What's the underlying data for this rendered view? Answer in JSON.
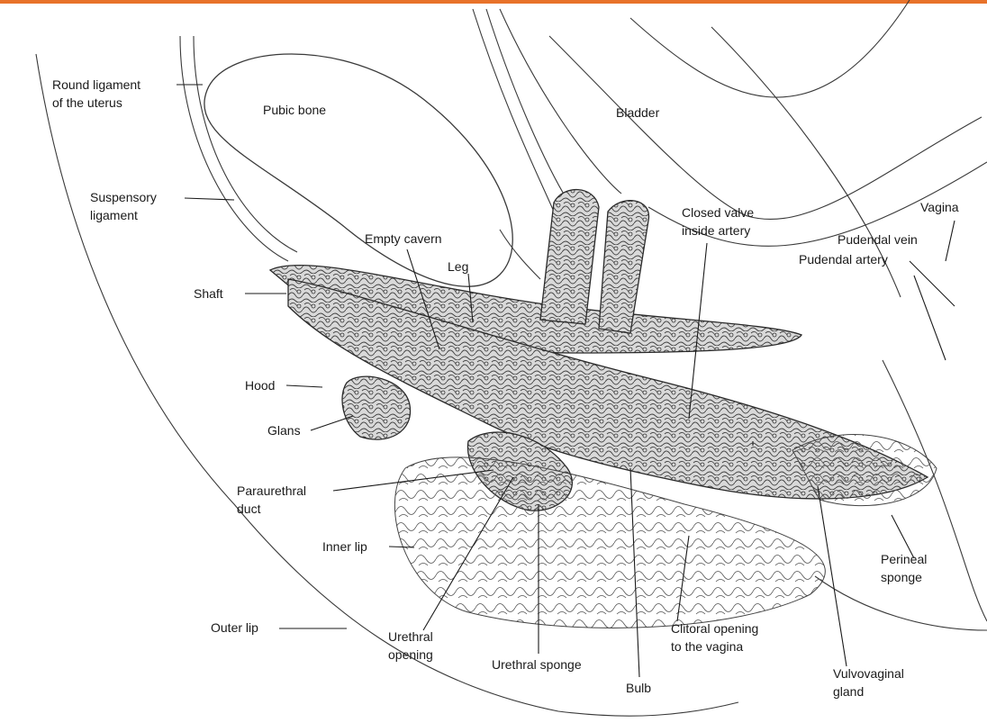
{
  "accent_bar_color": "#E8722A",
  "labels": {
    "round_ligament": [
      "Round ligament",
      "of the uterus"
    ],
    "pubic_bone": "Pubic bone",
    "bladder": "Bladder",
    "suspensory_ligament": [
      "Suspensory",
      "ligament"
    ],
    "empty_cavern": "Empty cavern",
    "leg": "Leg",
    "closed_valve": [
      "Closed valve",
      "inside artery"
    ],
    "vagina": "Vagina",
    "pudendal_vein": "Pudendal vein",
    "pudendal_artery": "Pudendal artery",
    "shaft": "Shaft",
    "hood": "Hood",
    "glans": "Glans",
    "paraurethral_duct": [
      "Paraurethral",
      "duct"
    ],
    "inner_lip": "Inner lip",
    "outer_lip": "Outer lip",
    "urethral_opening": [
      "Urethral",
      "opening"
    ],
    "urethral_sponge": "Urethral sponge",
    "bulb": "Bulb",
    "clitoral_opening": [
      "Clitoral opening",
      "to the vagina"
    ],
    "vulvovaginal_gland": [
      "Vulvovaginal",
      "gland"
    ],
    "perineal_sponge": [
      "Perineal",
      "sponge"
    ]
  }
}
